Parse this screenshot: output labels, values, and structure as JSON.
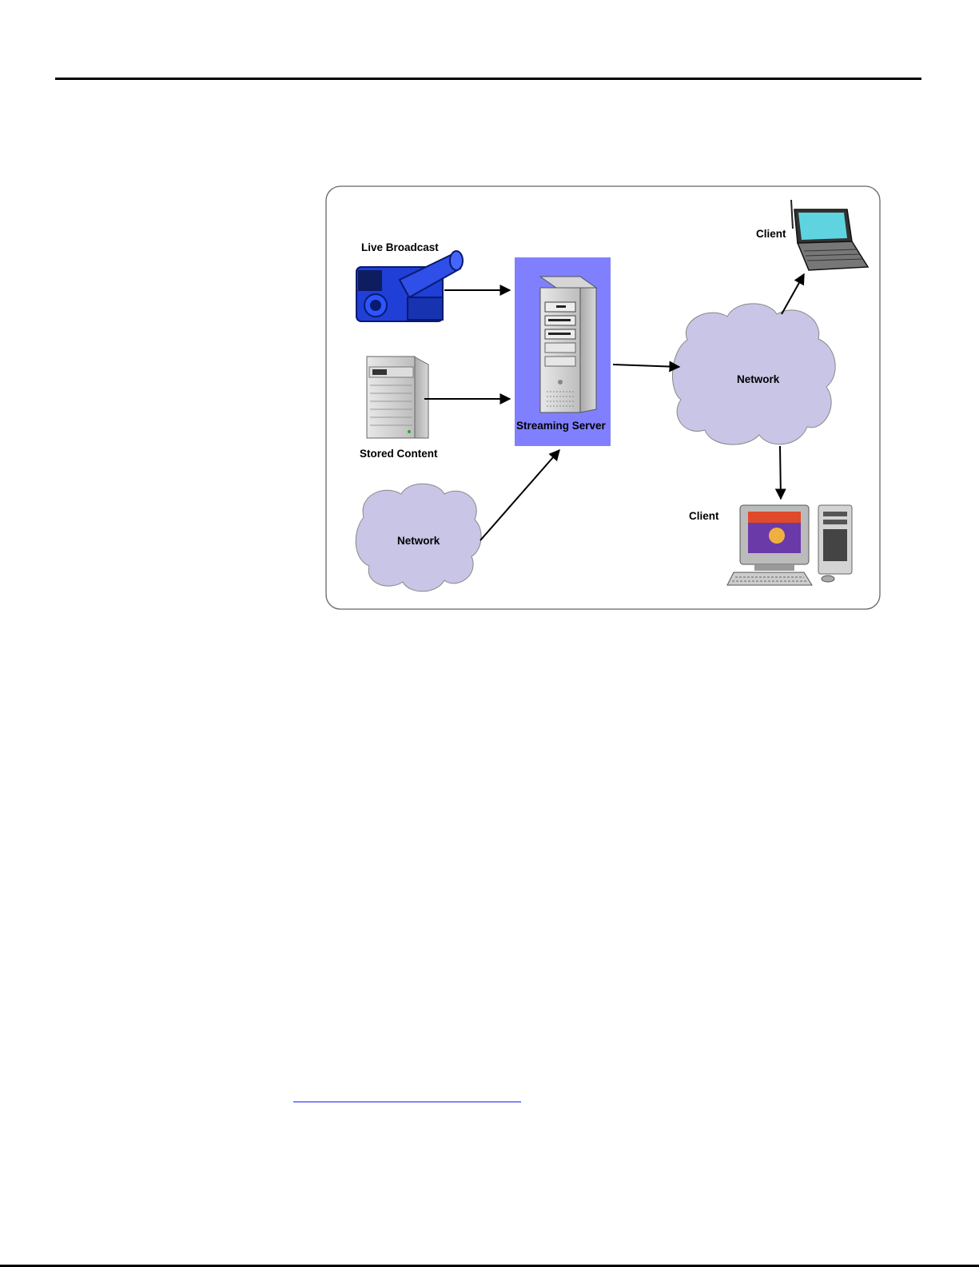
{
  "diagram": {
    "labels": {
      "live_broadcast": "Live Broadcast",
      "stored_content": "Stored Content",
      "network_left": "Network",
      "streaming_server": "Streaming Server",
      "network_right": "Network",
      "client_laptop": "Client",
      "client_desktop": "Client"
    },
    "colors": {
      "server_highlight": "#8080ff",
      "cloud_fill": "#c9c5e6",
      "camera_blue": "#1f3fd6",
      "frame_border": "#666666"
    },
    "icons": [
      "video-camera-icon",
      "storage-server-icon",
      "cloud-icon",
      "tower-server-icon",
      "laptop-icon",
      "desktop-computer-icon"
    ]
  }
}
